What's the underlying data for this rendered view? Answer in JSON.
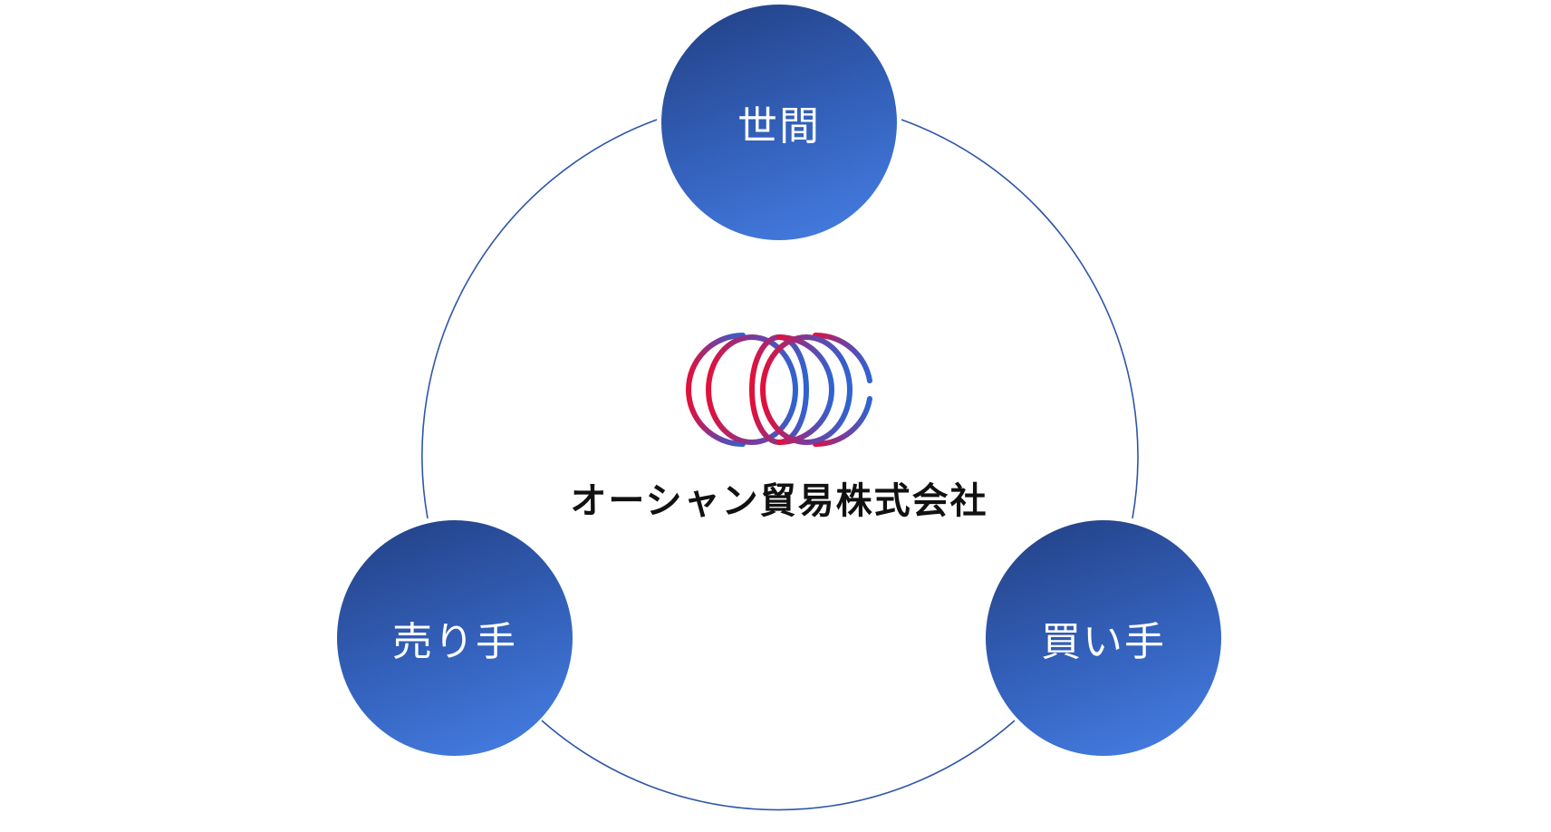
{
  "diagram": {
    "nodes": [
      {
        "id": "top",
        "label": "世間"
      },
      {
        "id": "left",
        "label": "売り手"
      },
      {
        "id": "right",
        "label": "買い手"
      }
    ],
    "center": {
      "company_name": "オーシャン貿易株式会社",
      "logo": "interlocking-rings-logo"
    }
  },
  "colors": {
    "node_gradient_start": "#223f82",
    "node_gradient_end": "#4780e6",
    "ring_line": "#2e56a8",
    "logo_red": "#e2103a",
    "logo_purple": "#7a3a9a",
    "logo_blue": "#2f64d0"
  }
}
